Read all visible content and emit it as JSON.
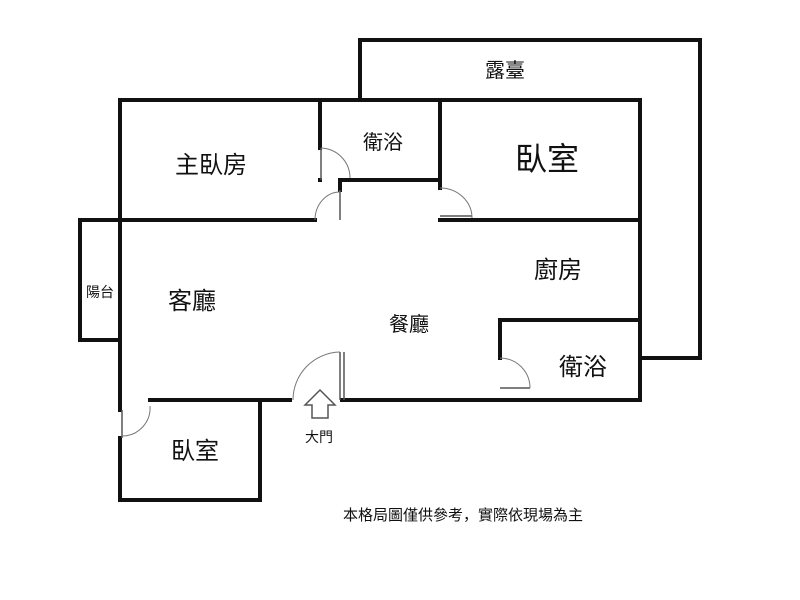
{
  "rooms": {
    "terrace": "露臺",
    "bathroom_upper": "衛浴",
    "master_bedroom": "主臥房",
    "bedroom_upper": "臥室",
    "balcony": "陽台",
    "living_room": "客廳",
    "kitchen": "廚房",
    "dining_room": "餐廳",
    "bathroom_lower": "衛浴",
    "bedroom_lower": "臥室"
  },
  "entrance": {
    "label": "大門"
  },
  "disclaimer": "本格局圖僅供參考，實際依現場為主",
  "colors": {
    "wall": "#111111",
    "door": "#555555",
    "background": "#ffffff"
  }
}
